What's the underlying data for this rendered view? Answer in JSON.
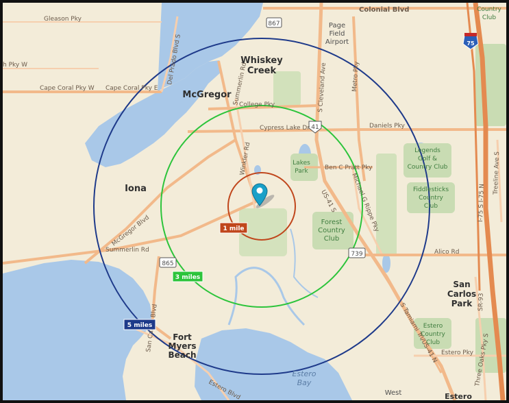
{
  "colors": {
    "water": "#a9c8e8",
    "land": "#f3ecd9",
    "park": "#c9dcb3",
    "road_major": "#f2b98a",
    "road_highway": "#e48a50",
    "ring_1": "#c0461c",
    "ring_3": "#2cc43b",
    "ring_5": "#1e3a8a",
    "pin": "#1aa0c8"
  },
  "radius_labels": {
    "one": "1 mile",
    "three": "3 miles",
    "five": "5 miles"
  },
  "places": {
    "whiskey_creek_1": "Whiskey",
    "whiskey_creek_2": "Creek",
    "mcgregor": "McGregor",
    "iona": "Iona",
    "fort_myers_1": "Fort",
    "fort_myers_2": "Myers",
    "fort_myers_3": "Beach",
    "san_carlos_1": "San",
    "san_carlos_2": "Carlos",
    "san_carlos_3": "Park",
    "page_field_1": "Page",
    "page_field_2": "Field",
    "page_field_3": "Airport",
    "estero_bay_1": "Estero",
    "estero_bay_2": "Bay",
    "west": "West",
    "estero": "Estero"
  },
  "parks": {
    "lakes_park_1": "Lakes",
    "lakes_park_2": "Park",
    "forest_cc_1": "Forest",
    "forest_cc_2": "Country",
    "forest_cc_3": "Club",
    "legends_1": "Legends",
    "legends_2": "Golf &",
    "legends_3": "Country Club",
    "fiddlesticks_1": "Fiddlesticks",
    "fiddlesticks_2": "Country",
    "fiddlesticks_3": "Club",
    "estero_cc_1": "Estero",
    "estero_cc_2": "Country",
    "estero_cc_3": "Club",
    "cc_club_1": "Country",
    "cc_club_2": "Club"
  },
  "roads": {
    "colonial": "Colonial Blvd",
    "gleason": "Gleason Pky",
    "pky_w": "h Pky W",
    "cape_coral_w": "Cape Coral Pky W",
    "cape_coral_e": "Cape Coral Pky E",
    "college": "College Pky",
    "cypress": "Cypress Lake Dr",
    "daniels": "Daniels Pky",
    "ben_c_pratt": "Ben C Pratt Pky",
    "summerlin_rd_v": "Summerlin Rd",
    "summerlin_rd_h": "Summerlin Rd",
    "cleveland": "S Cleveland Ave",
    "metro": "Metro Pky",
    "del_prado": "Del Prado Blvd S",
    "winkler": "Winkler Rd",
    "mcgregor_blvd": "McGregor Blvd",
    "us41": "US-41 S",
    "michael_rippe": "Michael G Rippe Pky",
    "alico": "Alico Rd",
    "estero_pky": "Estero Pky",
    "san_carlos": "San Carlos Blvd",
    "tamiami": "S Tamiami Trl/US-41 N",
    "i75": "I-75 S I-75 N",
    "sr93": "SR-93",
    "treeline": "Treeline Ave S",
    "three_oaks": "Three Oaks Pky S",
    "estero_blvd": "Estero Blvd"
  },
  "shields": {
    "s867": "867",
    "s41": "41",
    "s739": "739",
    "s865": "865",
    "s75": "75"
  }
}
